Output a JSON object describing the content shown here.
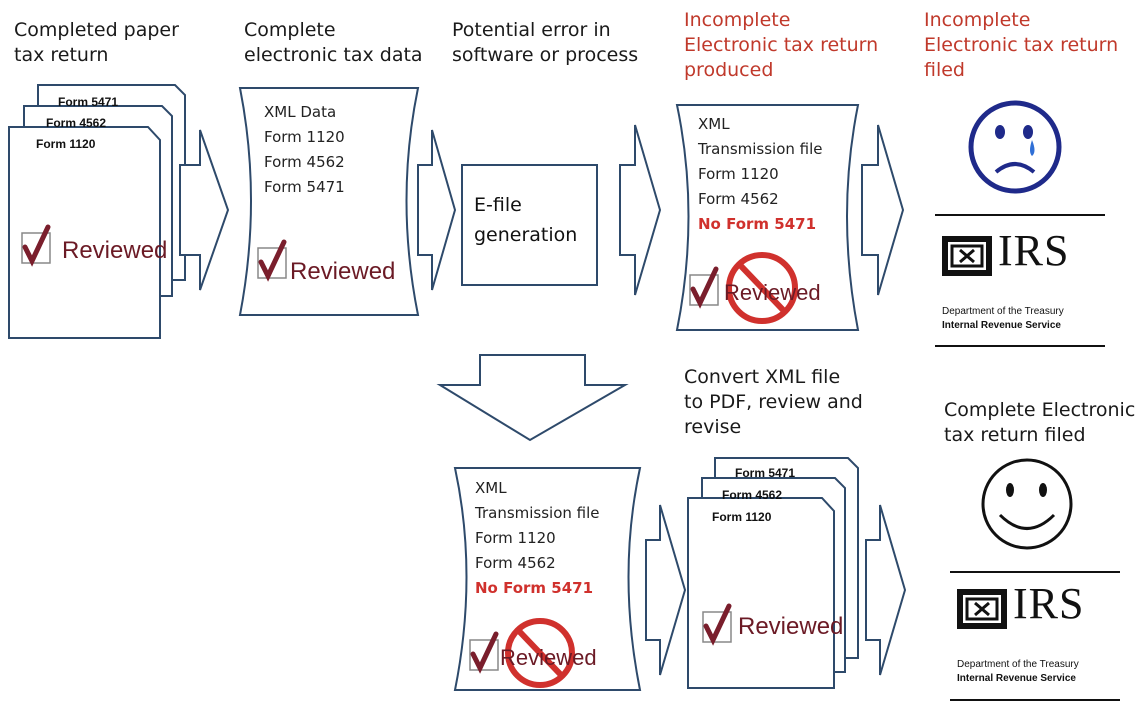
{
  "captions": {
    "paper": [
      "Completed paper",
      "tax return"
    ],
    "electronic": [
      "Complete",
      "electronic tax data"
    ],
    "error": [
      "Potential error in",
      "software or process"
    ],
    "incomplete_produced": [
      "Incomplete",
      "Electronic tax return",
      "produced"
    ],
    "incomplete_filed": [
      "Incomplete",
      "Electronic tax return",
      "filed"
    ],
    "convert": [
      "Convert  XML file",
      "to PDF, review and",
      "revise"
    ],
    "complete_filed": [
      "Complete Electronic",
      "tax return filed"
    ]
  },
  "paper_stack_top": {
    "forms": [
      "Form 5471",
      "Form 4562",
      "Form 1120"
    ]
  },
  "paper_stack_bottom": {
    "forms": [
      "Form 5471",
      "Form 4562",
      "Form 1120"
    ]
  },
  "xml_data": {
    "lines": [
      "XML Data",
      "Form 1120",
      "Form 4562",
      "Form 5471"
    ]
  },
  "efile_box": {
    "lines": [
      "E-file",
      "generation"
    ]
  },
  "transmission_top": {
    "lines": [
      "XML",
      "Transmission  file",
      "Form 1120",
      "Form 4562"
    ],
    "missing": "No Form 5471"
  },
  "transmission_bottom": {
    "lines": [
      "XML",
      "Transmission  file",
      "Form 1120",
      "Form 4562"
    ],
    "missing": "No Form 5471"
  },
  "reviewed_label": "Reviewed",
  "irs": {
    "logo": "IRS",
    "line1": "Department of the Treasury",
    "line2": "Internal Revenue Service"
  },
  "faces": {
    "top": "sad-face-icon",
    "bottom": "smiley-face-icon"
  },
  "colors": {
    "outline": "#2e4a6b",
    "alert": "#d0312d",
    "reviewed": "#7a1e2c",
    "face_top": "#1f2a8a"
  }
}
